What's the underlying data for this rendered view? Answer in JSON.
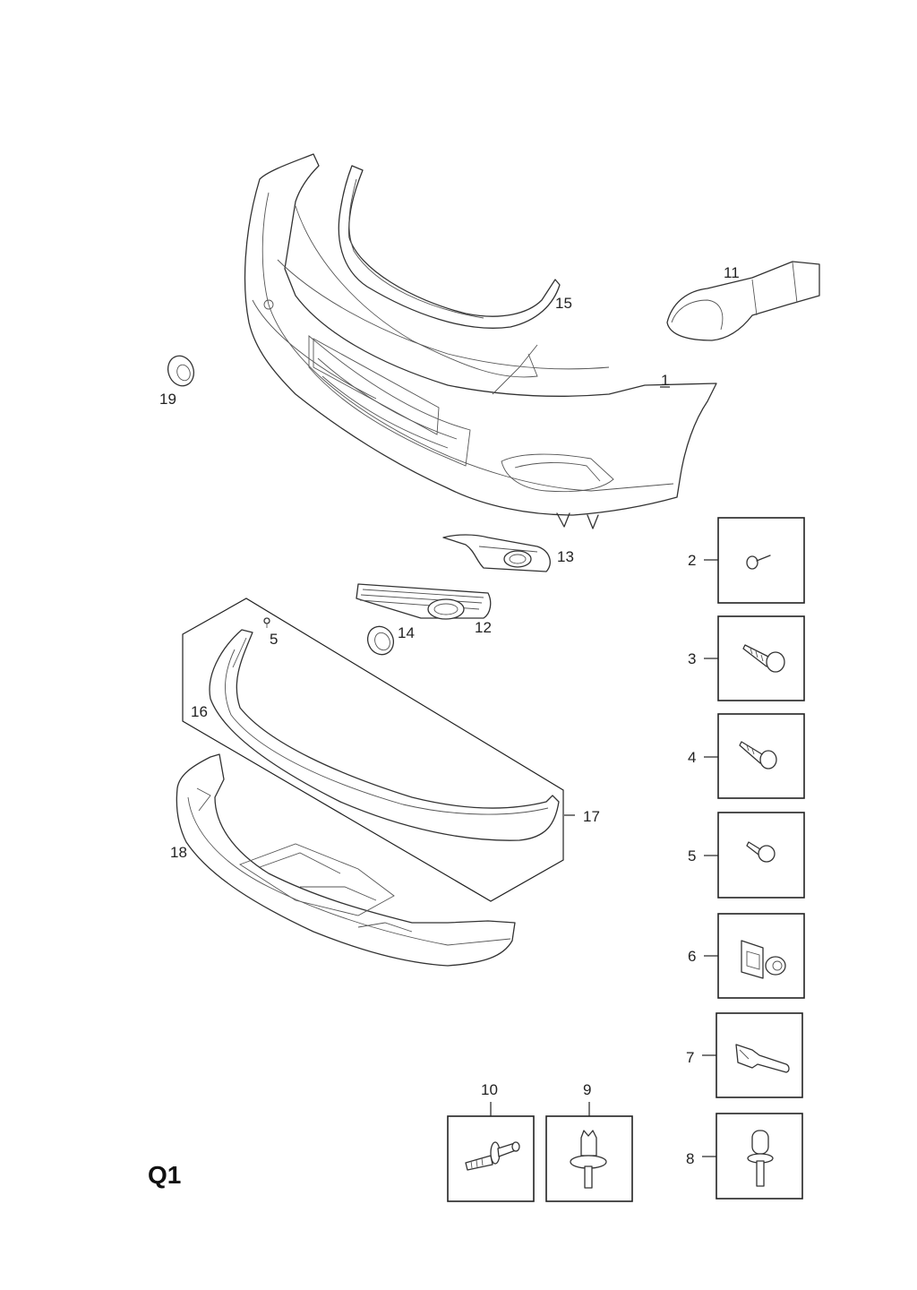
{
  "page_id": "Q1",
  "callouts": {
    "p1": "1",
    "p2": "2",
    "p3": "3",
    "p4": "4",
    "p5_box": "5",
    "p5_inline": "5",
    "p6": "6",
    "p7": "7",
    "p8": "8",
    "p9": "9",
    "p10": "10",
    "p11": "11",
    "p12": "12",
    "p13": "13",
    "p14": "14",
    "p15": "15",
    "p16": "16",
    "p17": "17",
    "p18": "18",
    "p19": "19"
  }
}
